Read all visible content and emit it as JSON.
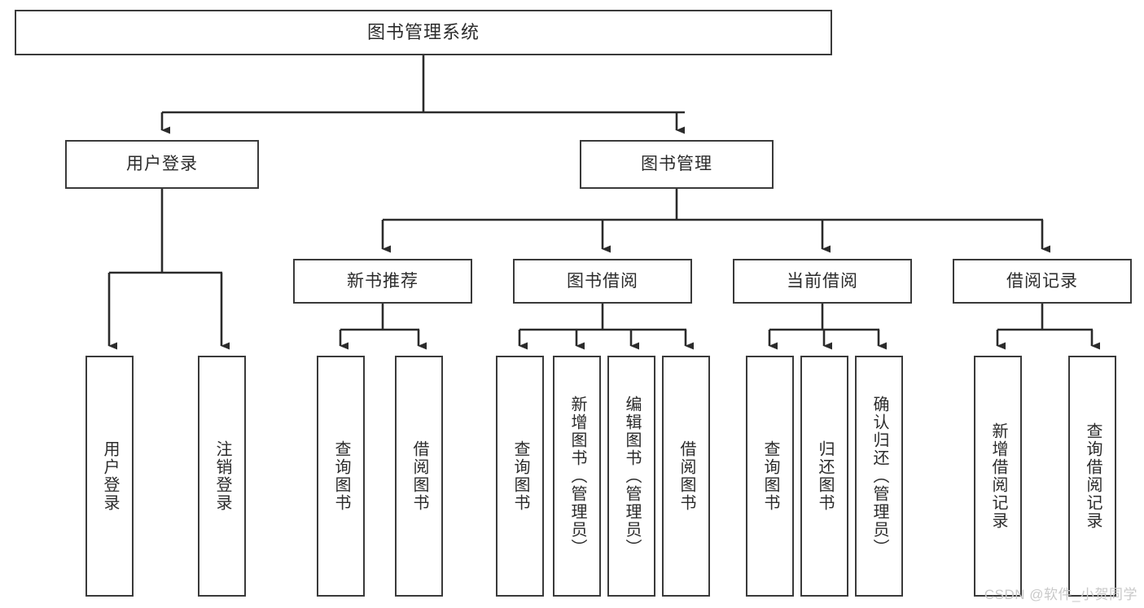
{
  "diagram": {
    "type": "tree",
    "title": "图书管理系统",
    "orientation": "top-down",
    "colors": {
      "box_stroke": "#3a3a3a",
      "box_fill": "#ffffff",
      "text": "#2b2b2b",
      "connector": "#2b2b2b",
      "watermark": "#c9c9c9"
    },
    "nodes": {
      "root": {
        "label": "图书管理系统"
      },
      "level2": [
        {
          "label": "用户登录"
        },
        {
          "label": "图书管理"
        }
      ],
      "level3": [
        {
          "label": "新书推荐"
        },
        {
          "label": "图书借阅"
        },
        {
          "label": "当前借阅"
        },
        {
          "label": "借阅记录"
        }
      ],
      "leaves": {
        "user_login": [
          {
            "label": "用户登录"
          },
          {
            "label": "注销登录"
          }
        ],
        "new_book_recommend": [
          {
            "label": "查询图书"
          },
          {
            "label": "借阅图书"
          }
        ],
        "book_borrow": [
          {
            "label": "查询图书"
          },
          {
            "label": "新增图书（管理员）"
          },
          {
            "label": "编辑图书（管理员）"
          },
          {
            "label": "借阅图书"
          }
        ],
        "current_borrow": [
          {
            "label": "查询图书"
          },
          {
            "label": "归还图书"
          },
          {
            "label": "确认归还（管理员）"
          }
        ],
        "borrow_record": [
          {
            "label": "新增借阅记录"
          },
          {
            "label": "查询借阅记录"
          }
        ]
      }
    }
  },
  "watermark": {
    "text": "CSDN @软件_小贺同学"
  }
}
